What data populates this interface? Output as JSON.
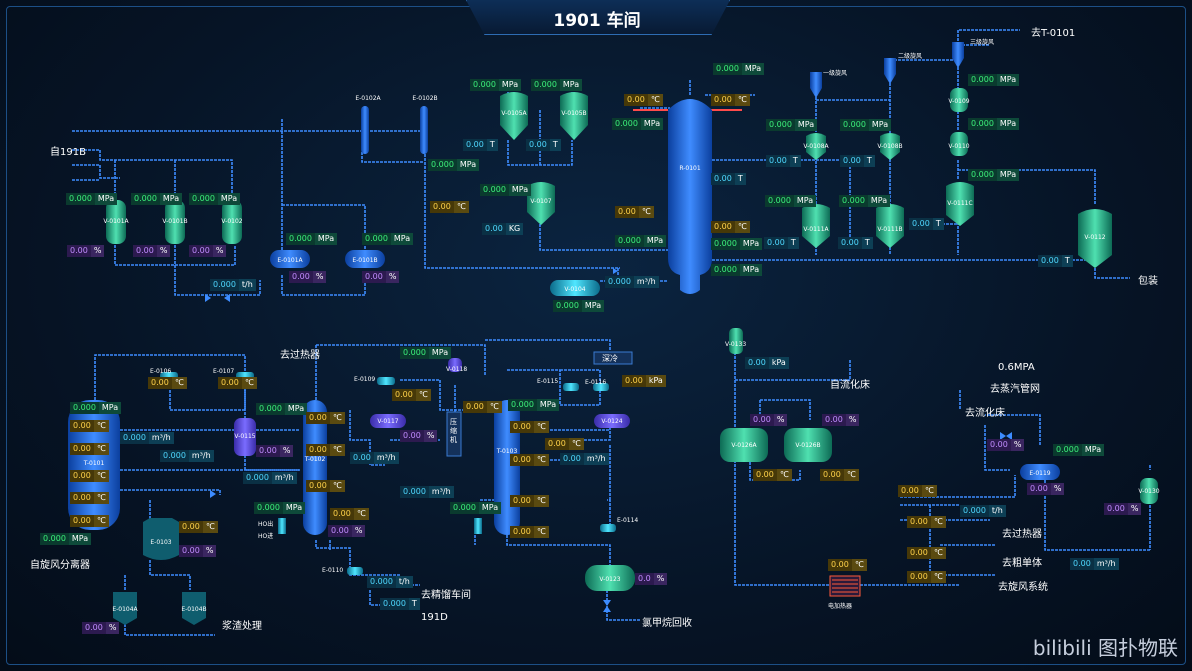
{
  "title": "1901 车间",
  "labels": {
    "from191b": "自191B",
    "to_t0101": "去T-0101",
    "pack": "包装",
    "cyclone_sep": "自旋风分离器",
    "to_superheater": "去过热器",
    "slurry": "浆渣处理",
    "to_rect": "去精馏车间",
    "to_191d": "191D",
    "chloromethane": "氯甲烷回收",
    "from_fluid_bed": "自流化床",
    "steam_pressure": "0.6MPA",
    "to_steam_net": "去蒸汽管网",
    "to_fluid_bed": "去流化床",
    "to_superheater2": "去过热器",
    "to_crude": "去粗单体",
    "to_cyclone_sys": "去旋风系统",
    "heater": "电加热器",
    "deep_cool": "深冷",
    "compressor": "压缩机",
    "ho_out": "HO出",
    "ho_in": "HO进",
    "c1": "一级旋风",
    "c2": "二级旋风",
    "c3": "三级旋风"
  },
  "equipment": {
    "v0101a": "V-0101A",
    "v0101b": "V-0101B",
    "v0102": "V-0102",
    "e0101a": "E-0101A",
    "e0101b": "E-0101B",
    "e0102a": "E-0102A",
    "e0102b": "E-0102B",
    "v0105a": "V-0105A",
    "v0105b": "V-0105B",
    "v0107": "V-0107",
    "v0104": "V-0104",
    "r0101": "R-0101",
    "v0108a": "V-0108A",
    "v0108b": "V-0108B",
    "v0111a": "V-0111A",
    "v0111b": "V-0111B",
    "v0109": "V-0109",
    "v0110": "V-0110",
    "v0111c": "V-0111C",
    "v0112": "V-0112",
    "t0101": "T-0101",
    "e0103": "E-0103",
    "e0104a": "E-0104A",
    "e0104b": "E-0104B",
    "e0106": "E-0106",
    "e0107": "E-0107",
    "v0115": "V-0115",
    "t0102": "T-0102",
    "e0109": "E-0109",
    "v0117": "V-0117",
    "v0118": "V-0118",
    "e0110": "E-0110",
    "t0103": "T-0103",
    "e0115": "E-0115",
    "e0116": "E-0116",
    "v0124": "V-0124",
    "e0114": "E-0114",
    "v0123": "V-0123",
    "v0133": "V-0133",
    "v0126a": "V-0126A",
    "v0126b": "V-0126B",
    "e0119": "E-0119",
    "v0130": "V-0130"
  },
  "units": {
    "mpa": "MPa",
    "c": "℃",
    "pct": "%",
    "t": "T",
    "th": "t/h",
    "m3h": "m³/h",
    "kg": "KG",
    "kpa": "kPa"
  },
  "val": {
    "zero3": "0.000",
    "zero2": "0.00",
    "zero1": "0.0"
  },
  "watermark": "bilibili 图扑物联"
}
